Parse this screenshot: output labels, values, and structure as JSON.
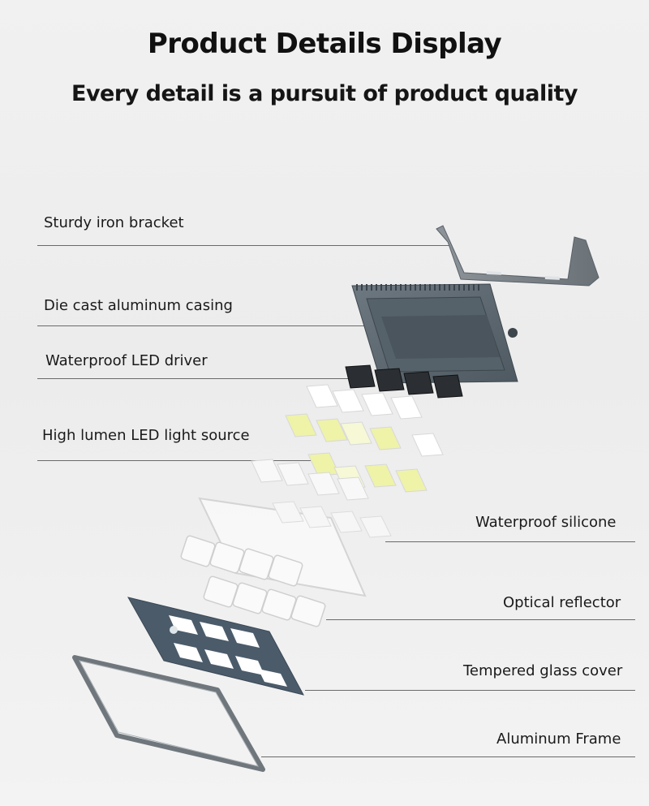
{
  "header": {
    "title": "Product Details Display",
    "subtitle": "Every detail is a pursuit of product quality"
  },
  "components": {
    "bracket": "Sturdy iron bracket",
    "casing": "Die cast aluminum casing",
    "driver": "Waterproof LED driver",
    "led_source": "High lumen LED light source",
    "silicone": "Waterproof silicone",
    "reflector": "Optical reflector",
    "glass": "Tempered glass cover",
    "frame": "Aluminum Frame"
  },
  "colors": {
    "casing": "#5d6a72",
    "bracket": "#7a8288",
    "glass_panel": "#4b5b6a",
    "led_yellow": "#e9ef9a"
  }
}
